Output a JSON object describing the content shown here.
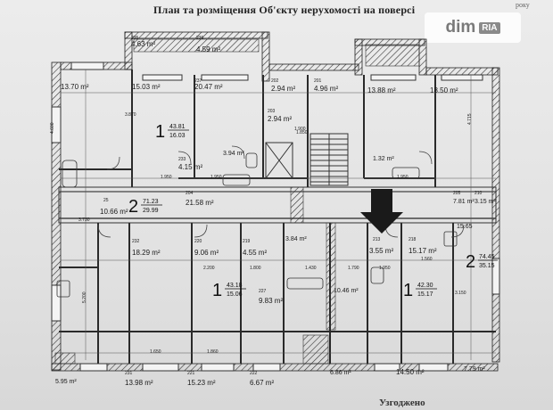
{
  "document": {
    "title": "План та розміщення Об'єкту нерухомості на поверсі",
    "top_fragment": "року",
    "bottom_label": "Узгоджено"
  },
  "watermark": {
    "brand": "dim",
    "badge": "RIA"
  },
  "rooms": [
    {
      "id": "r1",
      "number": "235",
      "area": "4.63 m²"
    },
    {
      "id": "r2",
      "number": "236",
      "area": "4.59 m²"
    },
    {
      "id": "r3",
      "number": "",
      "area": "13.70 m²"
    },
    {
      "id": "r4",
      "number": "",
      "area": "15.03 m²"
    },
    {
      "id": "r5",
      "number": "237",
      "area": "20.47 m²"
    },
    {
      "id": "r6",
      "number": "202",
      "area": "2.94 m²"
    },
    {
      "id": "r7",
      "number": "201",
      "area": "4.96 m²"
    },
    {
      "id": "r8",
      "number": "203",
      "area": "2.94 m²"
    },
    {
      "id": "r9",
      "number": "",
      "area": "13.88 m²"
    },
    {
      "id": "r10",
      "number": "",
      "area": "18.50 m²"
    },
    {
      "id": "r11",
      "number": "233",
      "area": "4.15 m²"
    },
    {
      "id": "r12",
      "number": "",
      "area": "3.94 m²"
    },
    {
      "id": "r13",
      "number": "204",
      "area": "21.58 m²"
    },
    {
      "id": "r14",
      "number": "",
      "area": "1.32 m²"
    },
    {
      "id": "r15",
      "number": "205",
      "area": "7.81 m²"
    },
    {
      "id": "r16",
      "number": "210",
      "area": "3.15 m²"
    },
    {
      "id": "r17",
      "number": "25",
      "area": "10.66 m²"
    },
    {
      "id": "r18",
      "number": "232",
      "area": "18.29 m²"
    },
    {
      "id": "r19",
      "number": "220",
      "area": "9.06 m²"
    },
    {
      "id": "r20",
      "number": "219",
      "area": "4.55 m²"
    },
    {
      "id": "r21",
      "number": "",
      "area": "3.84 m²"
    },
    {
      "id": "r22",
      "number": "213",
      "area": "3.55 m²"
    },
    {
      "id": "r23",
      "number": "218",
      "area": "15.17 m²"
    },
    {
      "id": "r24",
      "number": "",
      "area": "15.65"
    },
    {
      "id": "r25",
      "number": "227",
      "area": "9.83 m²"
    },
    {
      "id": "r26",
      "number": "",
      "area": "10.46 m²"
    },
    {
      "id": "r27",
      "number": "231",
      "area": "13.98 m²"
    },
    {
      "id": "r28",
      "number": "221",
      "area": "15.23 m²"
    },
    {
      "id": "r29",
      "number": "222",
      "area": "6.67 m²"
    },
    {
      "id": "r30",
      "number": "",
      "area": "6.86 m²"
    },
    {
      "id": "r31",
      "number": "",
      "area": "14.50 m²"
    },
    {
      "id": "r32",
      "number": "",
      "area": "7.79 m²"
    },
    {
      "id": "r33",
      "number": "",
      "area": "5.95 m²"
    }
  ],
  "apartments": [
    {
      "id": "a1",
      "rooms": "1",
      "total": "43.81",
      "living": "16.03"
    },
    {
      "id": "a2",
      "rooms": "2",
      "total": "71.23",
      "living": "29.99"
    },
    {
      "id": "a3",
      "rooms": "1",
      "total": "43.18",
      "living": "15.06"
    },
    {
      "id": "a4",
      "rooms": "1",
      "total": "42.30",
      "living": "15.17"
    },
    {
      "id": "a5",
      "rooms": "2",
      "total": "74.45",
      "living": "35.15"
    }
  ],
  "dimensions": [
    "1.950",
    "1.950",
    "1.850",
    "1.950",
    "3.730",
    "2.200",
    "1.800",
    "1.430",
    "1.790",
    "1.950",
    "1.560",
    "4.600",
    "5.200",
    "3.870",
    "3.150",
    "1.900",
    "1.650",
    "1.860",
    "4.715"
  ],
  "arrow": {
    "color": "#1a1a1a"
  }
}
